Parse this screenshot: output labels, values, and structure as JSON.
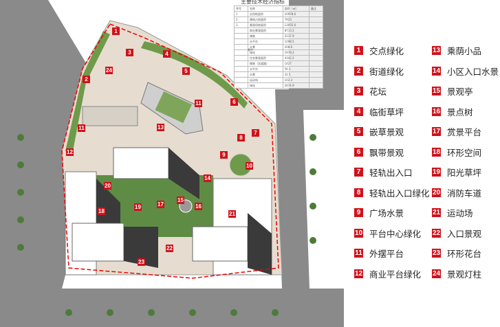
{
  "table": {
    "title": "主要技术经济指标",
    "headers": [
      "序号",
      "名称",
      "面积（㎡）",
      "备注"
    ],
    "rows": [
      [
        "1",
        "总用地面积",
        "20978.6",
        ""
      ],
      [
        "2",
        "建筑占地面积",
        "7923",
        ""
      ],
      [
        "3",
        "景观用地面积",
        "13055.6",
        ""
      ],
      [
        "",
        "商业景观面积",
        "8713.2",
        ""
      ],
      [
        "",
        "铺装",
        "5237.9",
        ""
      ],
      [
        "",
        "水平台",
        "1298.5",
        ""
      ],
      [
        "",
        "水景",
        "208.6",
        ""
      ],
      [
        "",
        "绿化",
        "1978.2",
        ""
      ],
      [
        "",
        "住宅景观面积",
        "4342.2",
        ""
      ],
      [
        "",
        "铺装（含道路）",
        "1427",
        ""
      ],
      [
        "",
        "水平台",
        "56.1",
        ""
      ],
      [
        "",
        "水景",
        "32.5",
        ""
      ],
      [
        "",
        "运动场",
        "102.3",
        ""
      ],
      [
        "",
        "绿化",
        "2674.9",
        ""
      ]
    ],
    "group_label": "其中"
  },
  "markers": [
    {
      "n": "1"
    },
    {
      "n": "2"
    },
    {
      "n": "3"
    },
    {
      "n": "24"
    },
    {
      "n": "4"
    },
    {
      "n": "5"
    },
    {
      "n": "6"
    },
    {
      "n": "7"
    },
    {
      "n": "8"
    },
    {
      "n": "9"
    },
    {
      "n": "10"
    },
    {
      "n": "11"
    },
    {
      "n": "11"
    },
    {
      "n": "13"
    },
    {
      "n": "12"
    },
    {
      "n": "14"
    },
    {
      "n": "15"
    },
    {
      "n": "16"
    },
    {
      "n": "17"
    },
    {
      "n": "18"
    },
    {
      "n": "19"
    },
    {
      "n": "20"
    },
    {
      "n": "21"
    },
    {
      "n": "22"
    },
    {
      "n": "23"
    }
  ],
  "legend": [
    {
      "n": "1",
      "label": "交点绿化"
    },
    {
      "n": "2",
      "label": "街道绿化"
    },
    {
      "n": "3",
      "label": "花坛"
    },
    {
      "n": "4",
      "label": "临街草坪"
    },
    {
      "n": "5",
      "label": "嵌草景观"
    },
    {
      "n": "6",
      "label": "飘带景观"
    },
    {
      "n": "7",
      "label": "轻轨出入口"
    },
    {
      "n": "8",
      "label": "轻轨出入口绿化"
    },
    {
      "n": "9",
      "label": "广场水景"
    },
    {
      "n": "10",
      "label": "平台中心绿化"
    },
    {
      "n": "11",
      "label": "外摆平台"
    },
    {
      "n": "12",
      "label": "商业平台绿化"
    },
    {
      "n": "13",
      "label": "乘荫小品"
    },
    {
      "n": "14",
      "label": "小区入口水景"
    },
    {
      "n": "15",
      "label": "景观亭"
    },
    {
      "n": "16",
      "label": "景点树"
    },
    {
      "n": "17",
      "label": "赏景平台"
    },
    {
      "n": "18",
      "label": "环形空间"
    },
    {
      "n": "19",
      "label": "阳光草坪"
    },
    {
      "n": "20",
      "label": "消防车道"
    },
    {
      "n": "21",
      "label": "运动场"
    },
    {
      "n": "22",
      "label": "入口景观"
    },
    {
      "n": "23",
      "label": "环形花台"
    },
    {
      "n": "24",
      "label": "景观灯柱"
    }
  ],
  "colors": {
    "marker": "#d0121b",
    "road": "#8a8a8a",
    "paving": "#e6ddd0",
    "building": "#444444",
    "green": "#6f9a4a"
  }
}
